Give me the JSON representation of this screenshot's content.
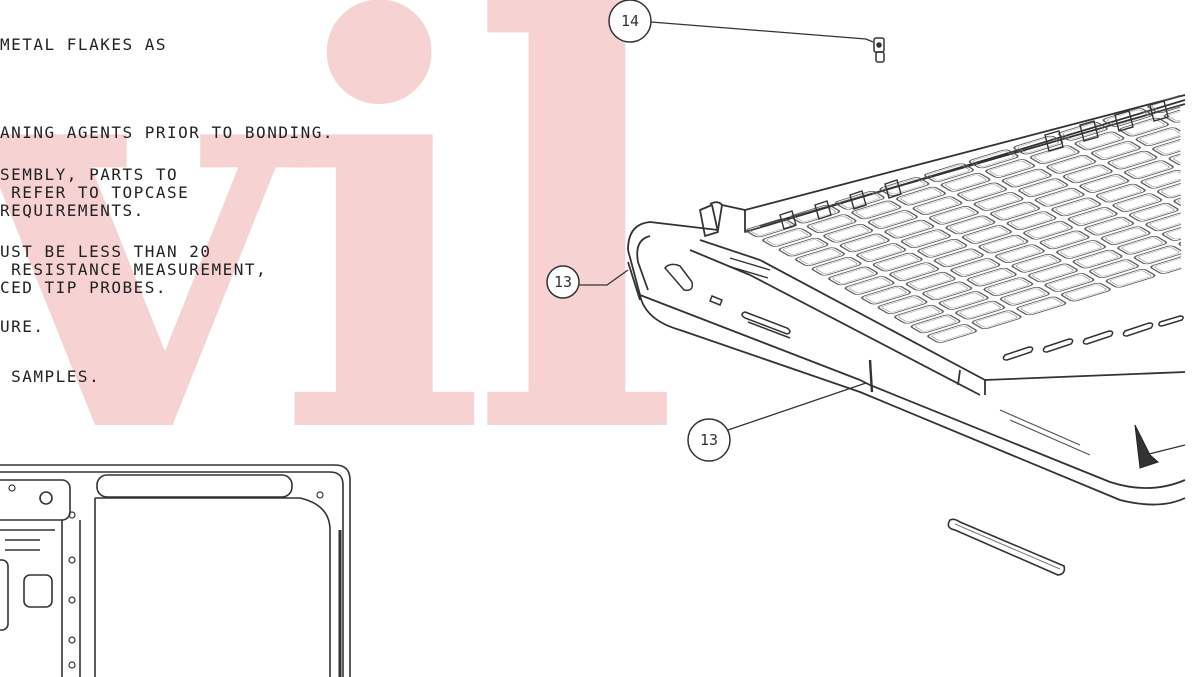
{
  "watermark": {
    "text": "vil",
    "color": "#f4c4c4"
  },
  "notes": [
    "METAL FLAKES AS",
    "ANING AGENTS PRIOR TO BONDING.",
    "SEMBLY, PARTS TO\n REFER TO TOPCASE\nREQUIREMENTS.",
    "UST BE LESS THAN 20\n RESISTANCE MEASUREMENT,\nCED TIP PROBES.",
    "URE.",
    " SAMPLES."
  ],
  "callouts": [
    {
      "id": "callout-14",
      "label": "14"
    },
    {
      "id": "callout-13-upper",
      "label": "13"
    },
    {
      "id": "callout-13-lower",
      "label": "13"
    }
  ]
}
